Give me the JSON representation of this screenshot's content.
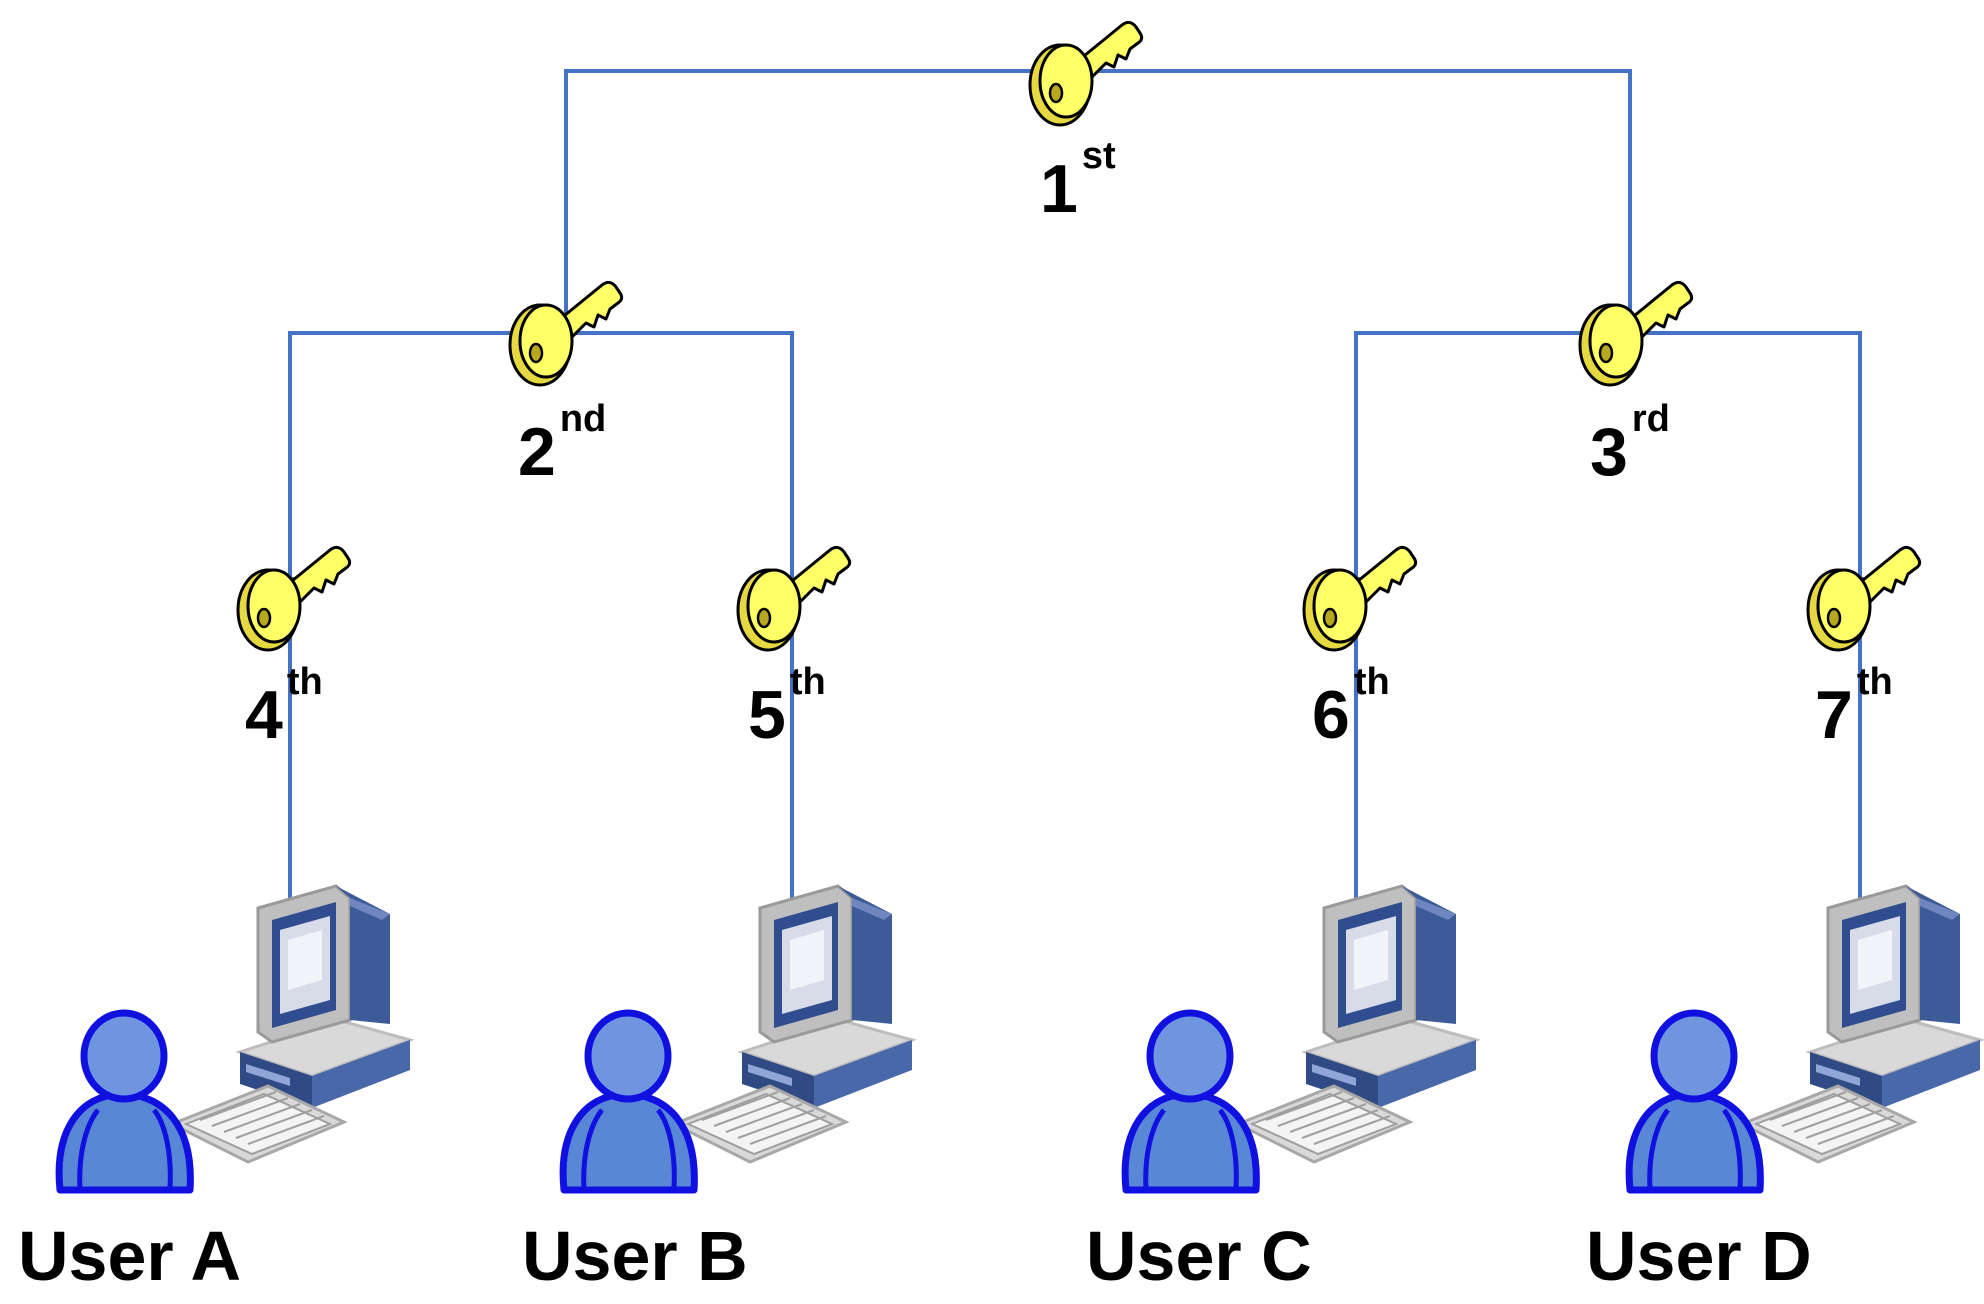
{
  "colors": {
    "line": "#4472C4",
    "key_fill": "#FFFF66",
    "key_shade": "#E6D840",
    "user_fill": "#5A86D6",
    "user_stroke": "#1010E0",
    "pc_body": "#3D5A99",
    "pc_gray": "#C8C8C8"
  },
  "keys": [
    {
      "num": "1",
      "suffix": "st",
      "icon": "key-icon"
    },
    {
      "num": "2",
      "suffix": "nd",
      "icon": "key-icon"
    },
    {
      "num": "3",
      "suffix": "rd",
      "icon": "key-icon"
    },
    {
      "num": "4",
      "suffix": "th",
      "icon": "key-icon"
    },
    {
      "num": "5",
      "suffix": "th",
      "icon": "key-icon"
    },
    {
      "num": "6",
      "suffix": "th",
      "icon": "key-icon"
    },
    {
      "num": "7",
      "suffix": "th",
      "icon": "key-icon"
    }
  ],
  "users": [
    {
      "label": "User A",
      "icons": [
        "computer-icon",
        "user-icon"
      ]
    },
    {
      "label": "User B",
      "icons": [
        "computer-icon",
        "user-icon"
      ]
    },
    {
      "label": "User C",
      "icons": [
        "computer-icon",
        "user-icon"
      ]
    },
    {
      "label": "User D",
      "icons": [
        "computer-icon",
        "user-icon"
      ]
    }
  ]
}
